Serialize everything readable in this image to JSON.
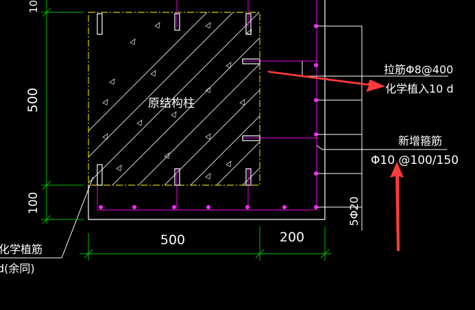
{
  "column_label": "原结构柱",
  "tie_label": "拉筋Φ8@400",
  "tie_anchor_label": "化学植入10 d",
  "stirrup_label": "新增箍筋",
  "stirrup_spec": "Φ10 @100/150",
  "vertical_bar_label": "5Φ20",
  "left_note_line1": "化学植筋",
  "left_note_line2": "d(余同)",
  "dimensions": {
    "top_partial": "10",
    "column_height": "500",
    "bottom_offset": "100",
    "column_width": "500",
    "added_width": "200"
  },
  "colors": {
    "background": "#000000",
    "column_outline": "#d6d000",
    "concrete_hatch": "#d8d8d8",
    "rebar_line": "#c000c0",
    "rebar_dot": "#ff2cff",
    "dimension_line": "#00c000",
    "annotation_line": "#ffffff",
    "arrow": "#ff3b3b"
  }
}
